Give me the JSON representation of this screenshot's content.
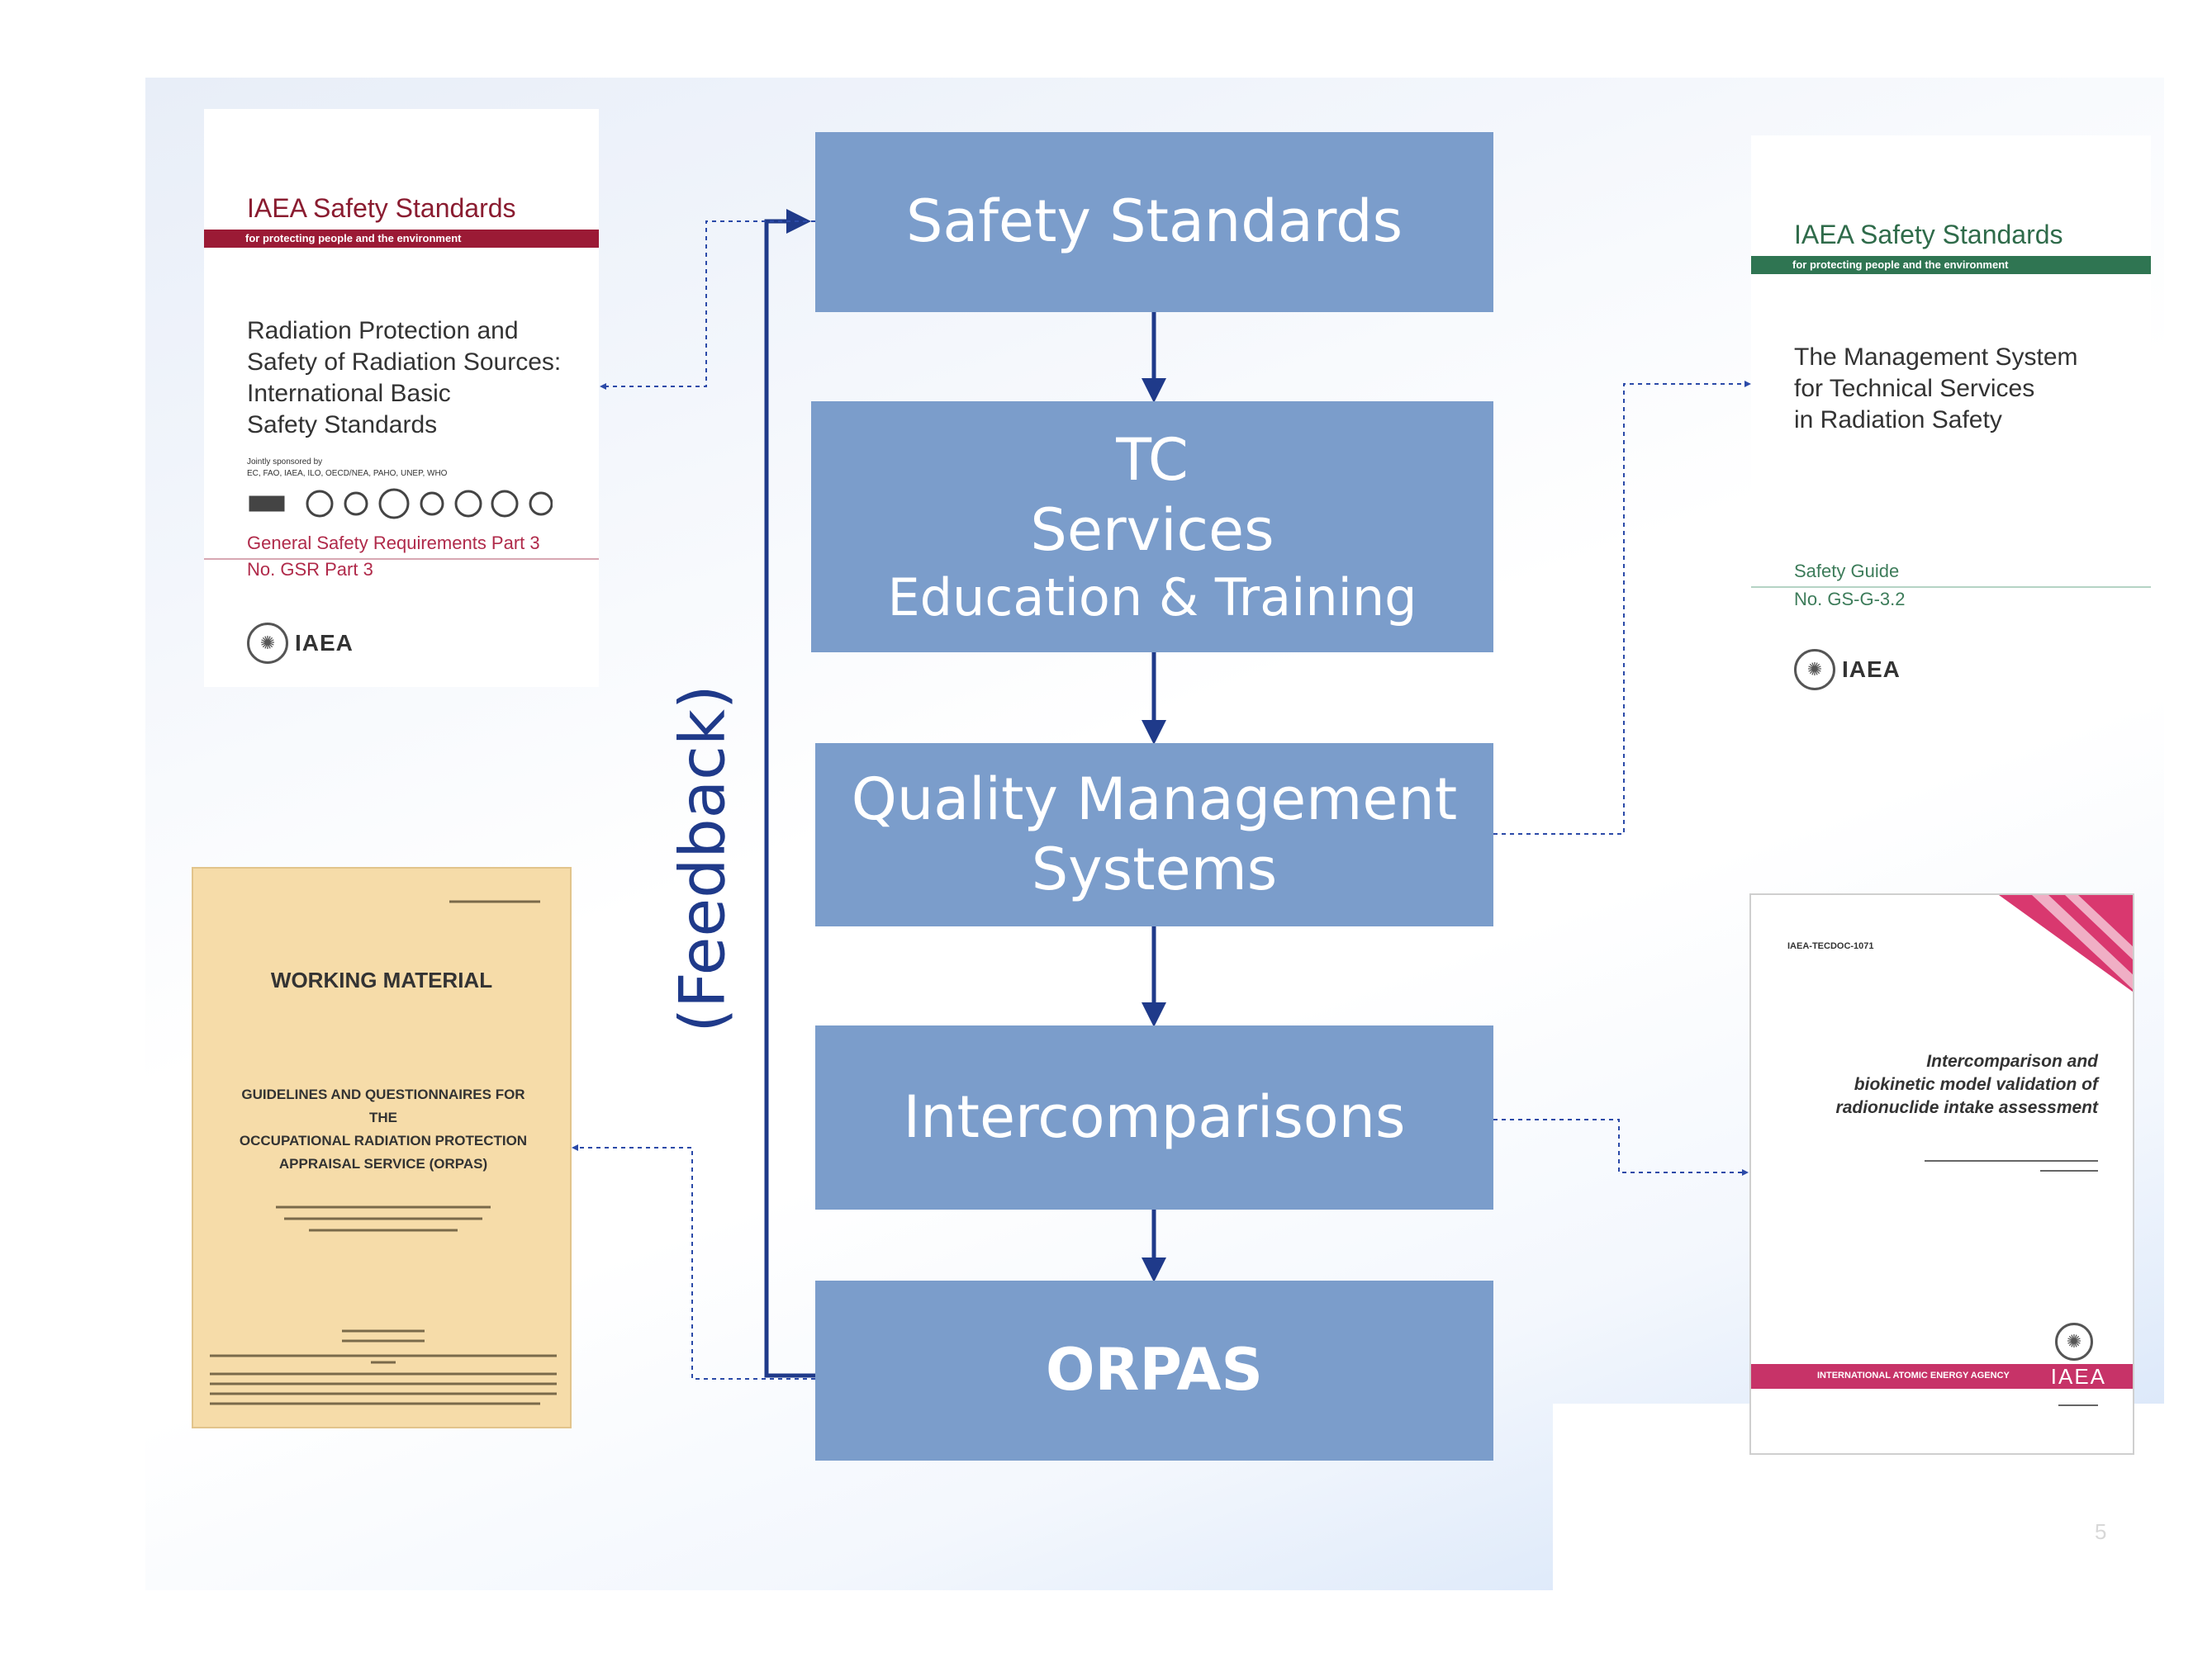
{
  "boxes": {
    "safety_standards": "Safety Standards",
    "tc_line1": "TC",
    "tc_line2": "Services",
    "tc_line3": "Education & Training",
    "qms_line1": "Quality Management",
    "qms_line2": "Systems",
    "intercomparisons": "Intercomparisons",
    "orpas": "ORPAS"
  },
  "feedback_label": "(Feedback)",
  "doc_a": {
    "series": "IAEA Safety Standards",
    "series_sub": "for protecting people and the environment",
    "title": [
      "Radiation Protection and",
      "Safety of Radiation Sources:",
      "International Basic",
      "Safety Standards"
    ],
    "sponsors_line1": "Jointly sponsored by",
    "sponsors_line2": "EC, FAO, IAEA, ILO, OECD/NEA, PAHO, UNEP, WHO",
    "category": "General Safety Requirements Part 3",
    "number": "No. GSR Part 3",
    "logo": "IAEA"
  },
  "doc_b": {
    "series": "IAEA Safety Standards",
    "series_sub": "for protecting people and the environment",
    "title": [
      "The Management System",
      "for Technical Services",
      "in Radiation Safety"
    ],
    "category": "Safety Guide",
    "number": "No. GS-G-3.2",
    "logo": "IAEA"
  },
  "doc_c": {
    "title": "WORKING MATERIAL",
    "subtitle": [
      "GUIDELINES AND QUESTIONNAIRES FOR THE",
      "OCCUPATIONAL RADIATION PROTECTION",
      "APPRAISAL SERVICE (ORPAS)"
    ]
  },
  "doc_d": {
    "code": "IAEA-TECDOC-1071",
    "title": [
      "Intercomparison and",
      "biokinetic model validation of",
      "radionuclide intake assessment"
    ],
    "band": "INTERNATIONAL ATOMIC ENERGY AGENCY",
    "logo": "IAEA"
  },
  "page_number": "5",
  "colors": {
    "box": "#7b9dcb",
    "arrow": "#1f3a8a",
    "dotted": "#2b4aa8"
  }
}
